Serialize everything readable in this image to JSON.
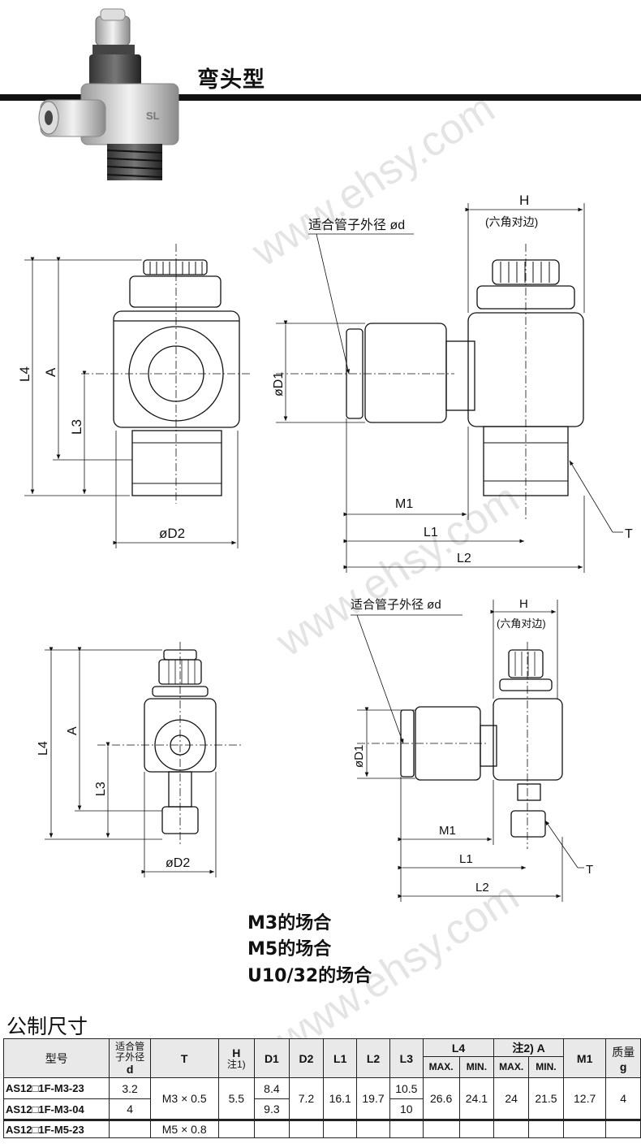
{
  "title": "弯头型",
  "watermark": "www.ehsy.com",
  "photo": {
    "label": "SL"
  },
  "labels": {
    "tube_od": "适合管子外径 ød",
    "H": "H",
    "hex": "(六角对边)",
    "L4": "L4",
    "A": "A",
    "L3": "L3",
    "D1": "øD1",
    "D2": "øD2",
    "M1": "M1",
    "L1": "L1",
    "L2": "L2",
    "T": "T"
  },
  "notes": [
    "M3的场合",
    "M5的场合",
    "U10/32的场合"
  ],
  "table": {
    "title": "公制尺寸",
    "headers": {
      "model": "型号",
      "d_top": "适合管子外径",
      "d": "d",
      "T": "T",
      "H": "H",
      "H_note": "注1)",
      "D1": "D1",
      "D2": "D2",
      "L1": "L1",
      "L2": "L2",
      "L3": "L3",
      "L4": "L4",
      "A": "注2) A",
      "max": "MAX.",
      "min": "MIN.",
      "M1": "M1",
      "mass": "质量",
      "g": "g"
    },
    "rows": [
      {
        "model": "AS12□1F-M3-23",
        "d": "3.2",
        "D1": "8.4"
      },
      {
        "model": "AS12□1F-M3-04",
        "d": "4",
        "D1": "9.3"
      }
    ],
    "group": {
      "T": "M3 × 0.5",
      "H": "5.5",
      "D2": "7.2",
      "L1": "16.1",
      "L2": "19.7",
      "L3_a": "10.5",
      "L3_b": "10",
      "L4_max": "26.6",
      "L4_min": "24.1",
      "A_max": "24",
      "A_min": "21.5",
      "M1": "12.7",
      "mass": "4"
    },
    "partial_row": {
      "model": "AS12□1F-M5-23",
      "T": "M5 × 0.8"
    }
  }
}
